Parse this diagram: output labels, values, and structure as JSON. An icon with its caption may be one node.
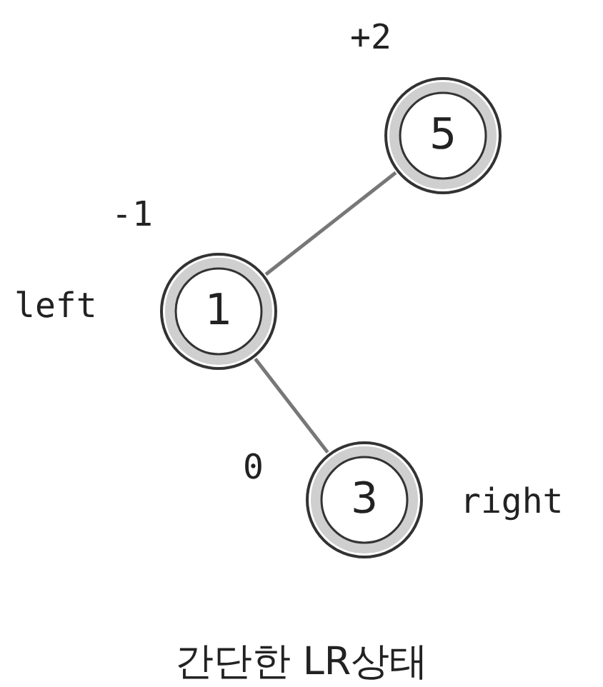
{
  "diagram": {
    "caption": "간단한 LR상태",
    "nodes": [
      {
        "text": [
          "5"
        ],
        "beside": [
          "+2"
        ]
      },
      {
        "text": [
          "1"
        ],
        "beside": [
          "-1",
          "left"
        ]
      },
      {
        "text": [
          "3"
        ],
        "beside": [
          "0",
          "right"
        ]
      }
    ],
    "edges": [
      {
        "from": 0,
        "to": 1,
        "arrow": "none"
      },
      {
        "from": 1,
        "to": 2,
        "arrow": "none"
      }
    ]
  }
}
